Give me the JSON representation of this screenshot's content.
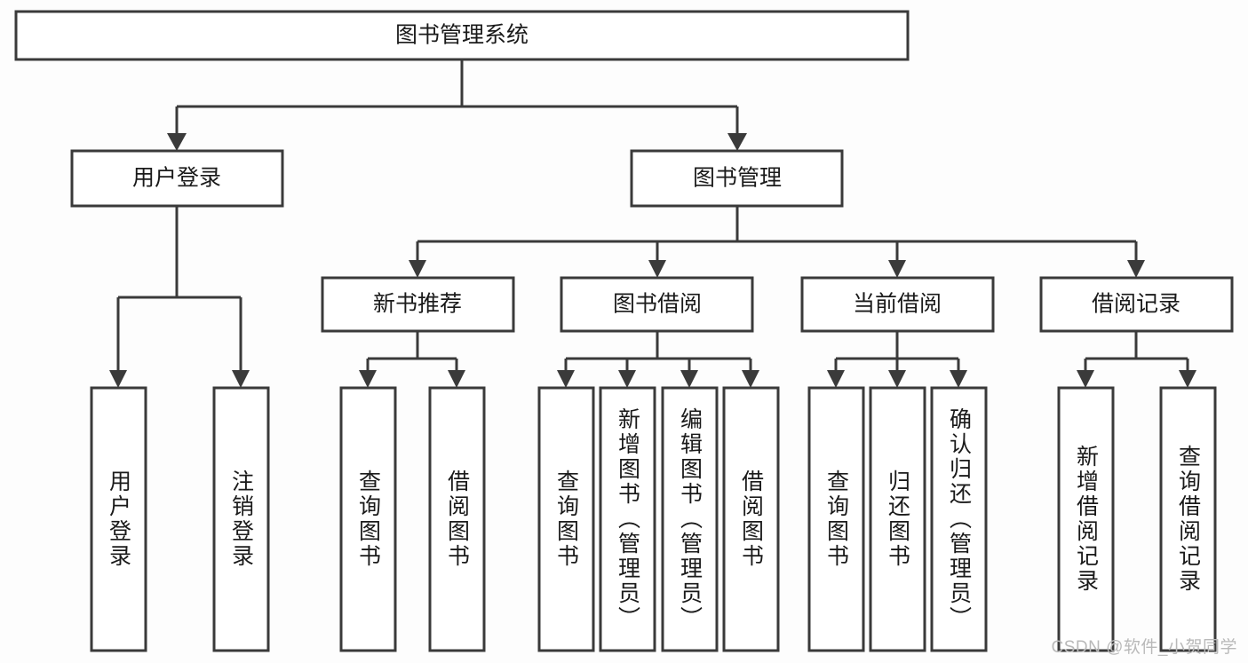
{
  "diagram": {
    "type": "tree-hierarchy",
    "title": "图书管理系统",
    "orientation": "top-down",
    "watermark": "CSDN @软件_小贺同学",
    "colors": {
      "stroke": "#3a3a3a",
      "box_fill": "#ffffff",
      "text": "#1a1a1a",
      "background": "#fdfdfd",
      "watermark": "#b9b9b9"
    },
    "nodes": {
      "root": {
        "label": "图书管理系统",
        "level": 1
      },
      "level2": [
        {
          "id": "user-login",
          "label": "用户登录"
        },
        {
          "id": "book-manage",
          "label": "图书管理"
        }
      ],
      "level3": [
        {
          "id": "new-book-recommend",
          "label": "新书推荐",
          "parent": "book-manage"
        },
        {
          "id": "book-borrow",
          "label": "图书借阅",
          "parent": "book-manage"
        },
        {
          "id": "current-borrow",
          "label": "当前借阅",
          "parent": "book-manage"
        },
        {
          "id": "borrow-record",
          "label": "借阅记录",
          "parent": "book-manage"
        }
      ],
      "leaves": [
        {
          "id": "leaf-user-login",
          "label": "用户登录",
          "parent": "user-login"
        },
        {
          "id": "leaf-logout-login",
          "label": "注销登录",
          "parent": "user-login"
        },
        {
          "id": "leaf-query-book-1",
          "label": "查询图书",
          "parent": "new-book-recommend"
        },
        {
          "id": "leaf-borrow-book-1",
          "label": "借阅图书",
          "parent": "new-book-recommend"
        },
        {
          "id": "leaf-query-book-2",
          "label": "查询图书",
          "parent": "book-borrow"
        },
        {
          "id": "leaf-add-book",
          "label": "新增图书（管理员）",
          "parent": "book-borrow"
        },
        {
          "id": "leaf-edit-book",
          "label": "编辑图书（管理员）",
          "parent": "book-borrow"
        },
        {
          "id": "leaf-borrow-book-2",
          "label": "借阅图书",
          "parent": "book-borrow"
        },
        {
          "id": "leaf-query-book-3",
          "label": "查询图书",
          "parent": "current-borrow"
        },
        {
          "id": "leaf-return-book",
          "label": "归还图书",
          "parent": "current-borrow"
        },
        {
          "id": "leaf-confirm-return",
          "label": "确认归还（管理员）",
          "parent": "current-borrow"
        },
        {
          "id": "leaf-add-record",
          "label": "新增借阅记录",
          "parent": "borrow-record"
        },
        {
          "id": "leaf-query-record",
          "label": "查询借阅记录",
          "parent": "borrow-record"
        }
      ]
    }
  }
}
